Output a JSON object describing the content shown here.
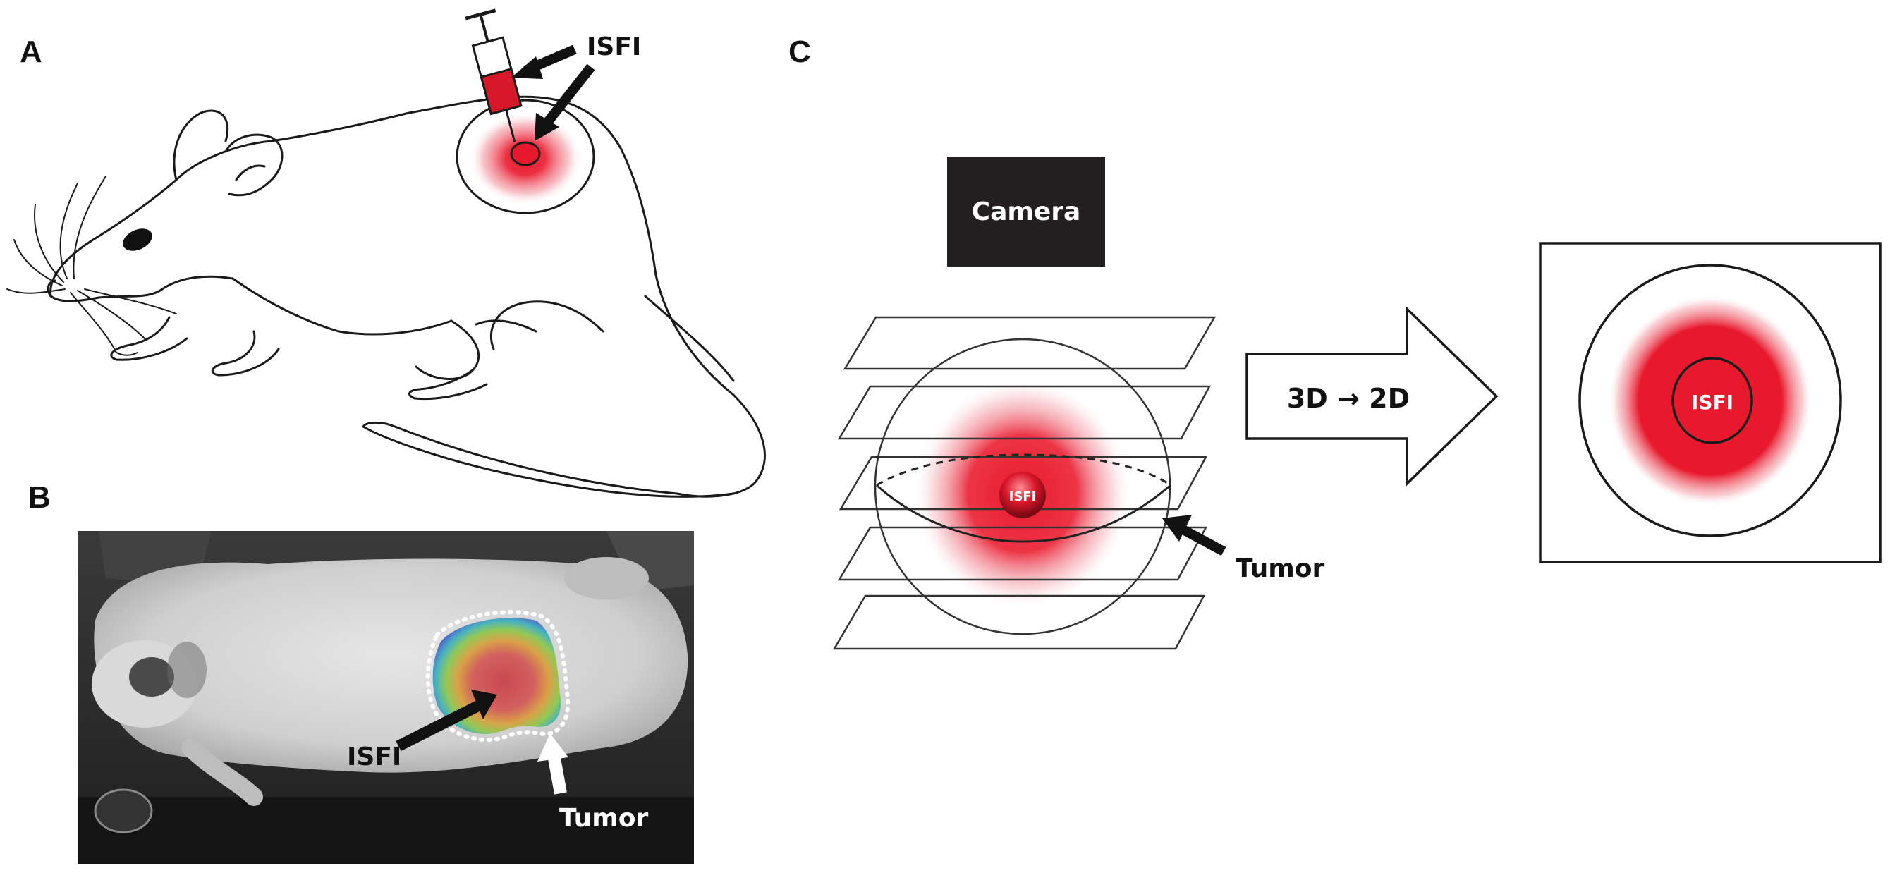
{
  "panels": {
    "a": {
      "letter": "A",
      "injection_label": "ISFI"
    },
    "b": {
      "letter": "B",
      "isfi_label": "ISFI",
      "tumor_label": "Tumor"
    },
    "c": {
      "letter": "C",
      "camera_label": "Camera",
      "projection_label": "3D → 2D",
      "sphere_label": "ISFI",
      "tumor_label": "Tumor",
      "projection_result_label": "ISFI"
    }
  },
  "colors": {
    "isfi_red": "#e8192c",
    "syringe_fill": "#d7182a",
    "camera_box": "#231f20",
    "outline": "#1a1a1a",
    "photo_background": "#2b2b2b"
  }
}
